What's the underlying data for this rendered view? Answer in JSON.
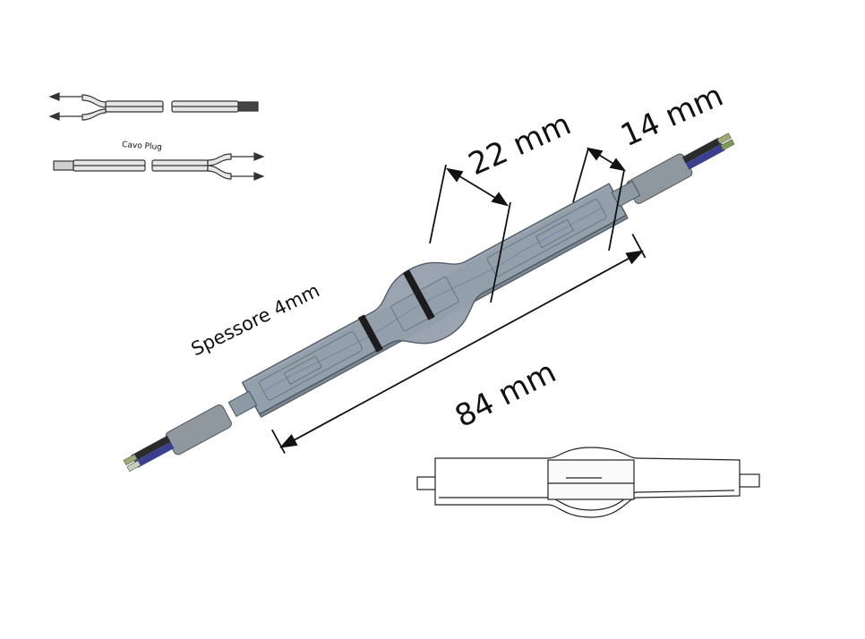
{
  "labels": {
    "cable_plug": "Cavo Plug",
    "thickness": "Spessore 4mm",
    "dim_22": "22 mm",
    "dim_14": "14 mm",
    "dim_84": "84 mm"
  },
  "colors": {
    "housing": "#8e9aa6",
    "housing_dark": "#5f6b78",
    "cable_grey": "#8a939c",
    "wire_black": "#2a2a2a",
    "wire_blue": "#3a3f8f",
    "wire_green": "#8fa36a",
    "line": "#111111"
  }
}
